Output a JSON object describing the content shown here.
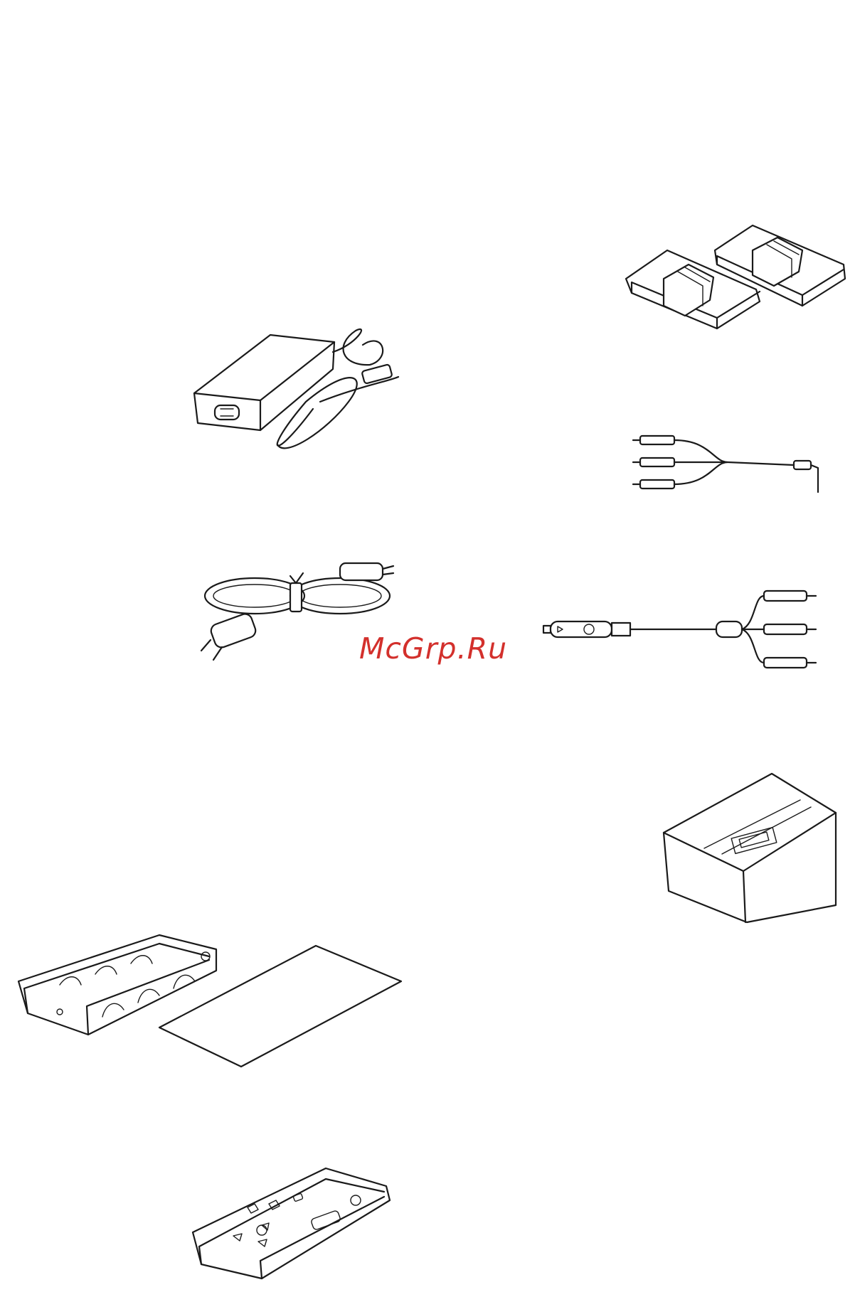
{
  "watermark": {
    "text": "McGrp.Ru",
    "color": "#d3302c"
  },
  "illustrations": [
    "ac-adapter",
    "power-cord",
    "battery-case-and-sheet",
    "remote-control",
    "mounting-brackets",
    "stereo-audio-cable",
    "av-cable",
    "battery-pack"
  ]
}
